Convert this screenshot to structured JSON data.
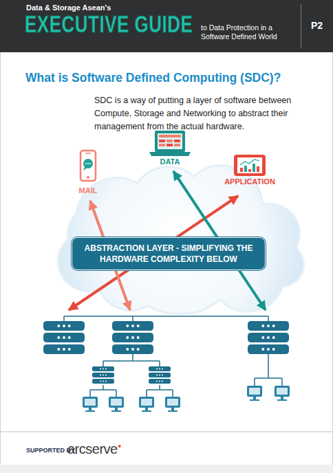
{
  "diagram": {
    "title": "What is Software Defined Computing (SDC)?",
    "nodes": [
      {
        "text": [
          "Data & Storage Asean's",
          "EXECUTIVE GUIDE",
          "to Data Protection in a Software Defined World",
          "P2"
        ]
      },
      {
        "text": [
          "ABSTRACTION LAYER - SIMPLIFYING THE HARDWARE COMPLEXITY BELOW"
        ]
      }
    ],
    "labels": [
      "SDC is a way of putting a layer of software between Compute, Storage and Networking to abstract their management from the actual hardware.",
      "MAIL",
      "DATA",
      "APPLICATION",
      "SUPPORTED BY",
      "arcserve"
    ]
  }
}
